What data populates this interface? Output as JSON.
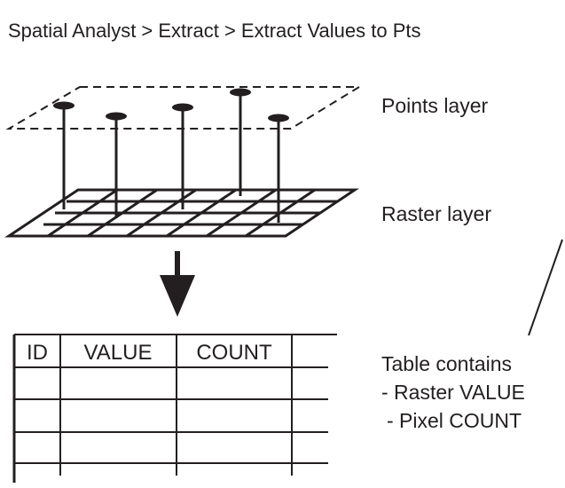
{
  "title": "Spatial Analyst > Extract > Extract Values to Pts",
  "labels": {
    "points_layer": "Points layer",
    "raster_layer": "Raster layer",
    "table_note": {
      "line1": "Table contains",
      "line2": "- Raster VALUE",
      "line3": "- Pixel COUNT"
    }
  },
  "table": {
    "columns": [
      "ID",
      "VALUE",
      "COUNT",
      ""
    ],
    "empty_rows": 3
  },
  "colors": {
    "ink": "#231f20",
    "background": "#ffffff"
  }
}
